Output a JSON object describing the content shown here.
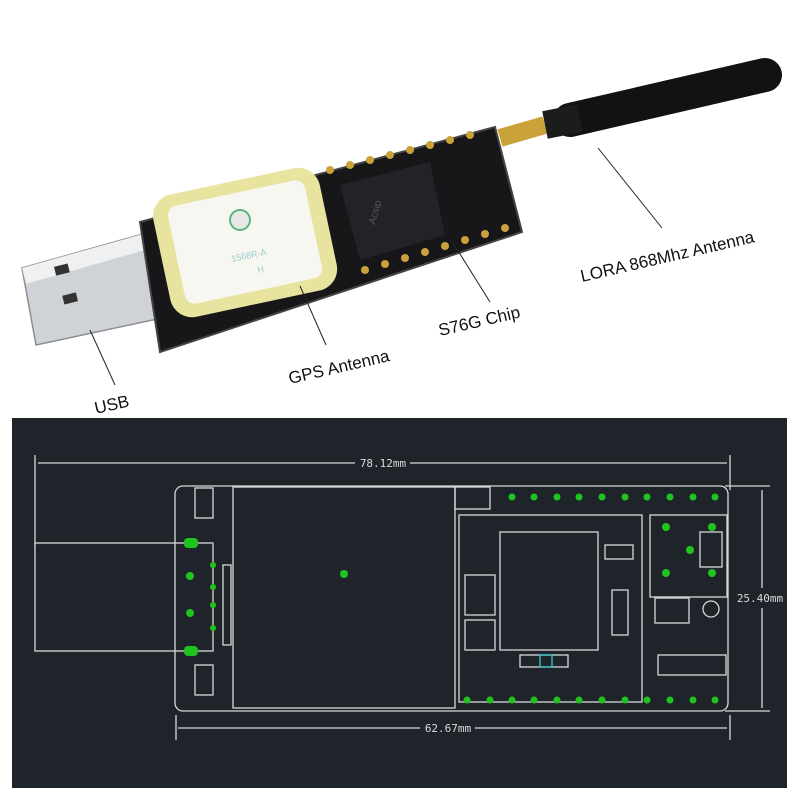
{
  "labels": {
    "lora_antenna": "LORA 868Mhz Antenna",
    "chip": "S76G Chip",
    "gps_antenna": "GPS Antenna",
    "usb": "USB"
  },
  "gps_patch_marking": [
    "1568R-A",
    "H"
  ],
  "chip_marking": "Acsip",
  "dimensions": {
    "total_length": "78.12mm",
    "board_length": "62.67mm",
    "board_width": "25.40mm"
  },
  "colors": {
    "diagram_bg": "#1f242b",
    "outline": "#d8d8d8",
    "pads": "#1fc41f",
    "patch": "#e9e3a0"
  }
}
